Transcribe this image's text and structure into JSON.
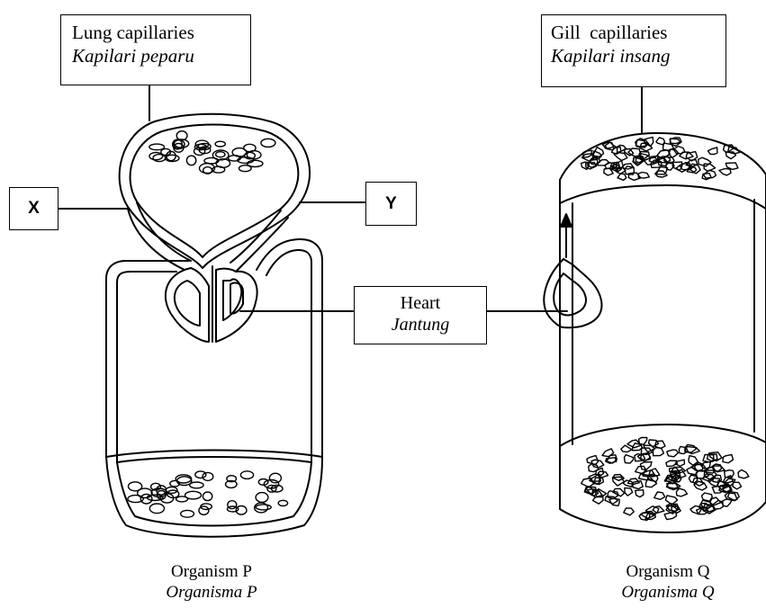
{
  "labels": {
    "lung_capillaries": {
      "en": "Lung capillaries",
      "ms": "Kapilari peparu"
    },
    "gill_capillaries": {
      "en": "Gill  capillaries",
      "ms": "Kapilari insang"
    },
    "heart": {
      "en": "Heart",
      "ms": "Jantung"
    },
    "x": "X",
    "y": "Y",
    "organism_p": {
      "en": "Organism P",
      "ms": "Organisma P"
    },
    "organism_q": {
      "en": "Organism Q",
      "ms": "Organisma Q"
    }
  },
  "colors": {
    "stroke": "#000000",
    "background": "#ffffff"
  }
}
